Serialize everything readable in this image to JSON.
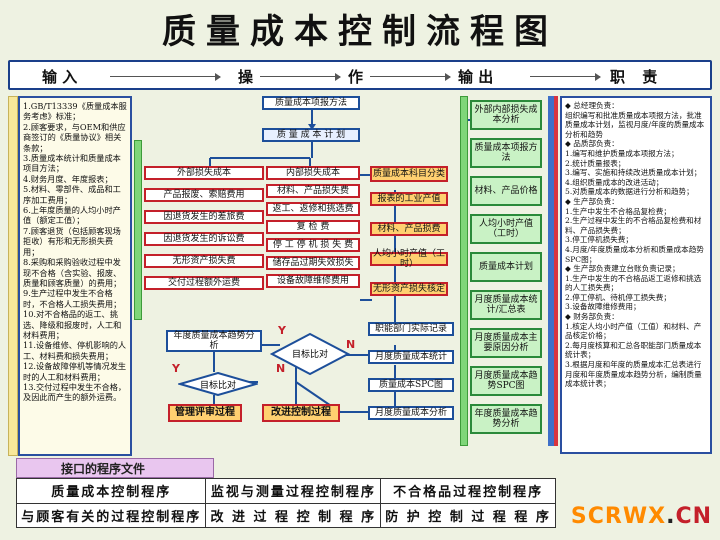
{
  "title": "质量成本控制流程图",
  "header": {
    "input": "输 入",
    "operation_1": "操",
    "operation_2": "作",
    "output": "输 出",
    "duty": "职 责"
  },
  "left_panel": {
    "text": "1.GB/T13339《质量成本服务考虑》标准；\n2.顾客要求，与OEM和供应商签订的《质量协议》相关条款；\n3.质量成本统计和质量成本项目方法；\n4.财务月度、年度报表；\n5.材料、零部件、成品和工序加工费用；\n6.上年度质量的人均小时产值（额定工值）；\n7.顾客退货（包括顾客现场拒收）有形和无形损失费用；\n8.采购和采购验收过程中发现不合格（含实验、报废、质量和顾客质量）的费用；\n9.生产过程中发生不合格时，不合格人工损失费用；\n10.对不合格品的返工、挑选、降级和报废时，人工和材料费用；\n11.设备维修、停机影响的人工、材料费和损失费用；\n12.设备故障停机等情况发生时的人工和材料费用；\n13.交付过程中发生不合格，及因此而产生的额外运费。"
  },
  "flow": {
    "top1": "质量成本项报方法",
    "top2": "质 量 成 本 计 划",
    "left_items": [
      "外部损失成本",
      "产品报废、索赔费用",
      "因退货发生的差旅费",
      "因退货发生的诉讼费",
      "无形资产损失费",
      "交付过程额外运费"
    ],
    "mid_items": [
      "内部损失成本",
      "材料、产品损失费",
      "返工、返修和挑选费",
      "复  检  费",
      "停 工 停 机 损 失 费",
      "储存品过期失效损失",
      "设备故障维修费用"
    ],
    "target": "质量成本科目分类",
    "sub_items": [
      "报表的工业产值",
      "材料、产品损费",
      "人均小时产值（工时）",
      "无形资产损失核定"
    ],
    "dept_record": "职能部门实际记录",
    "monthly_stat": "月度质量成本统计",
    "spc": "质量成本SPC图",
    "monthly_analysis": "月度质量成本分析",
    "trend": "年度质量成本趋势分析",
    "target_compare_1": "目标比对",
    "target_compare_2": "目标比对",
    "mgmt": "管理评审过程",
    "improve": "改进控制过程",
    "yes1": "Y",
    "no1": "N",
    "yes2": "Y",
    "no2": "N"
  },
  "outputs": [
    "外部内部损失成本分析",
    "质量成本项报方法",
    "材料、产品价格",
    "人均小时产值（工时）",
    "质量成本计划",
    "月度质量成本统计/汇总表",
    "月度质量成本主要原因分析",
    "月度质量成本趋势SPC图",
    "年度质量成本趋势分析"
  ],
  "right_panel": {
    "text": "◆ 总经理负责：\n组织编写和批准质量成本项报方法，批准质量成本计划，监视月度/年度的质量成本分析和趋势\n◆ 品质部负责：\n1.编写和维护质量成本项报方法；\n2.统计质量报表；\n3.编写、实施和持续改进质量成本计划；\n4.组织质量成本的改进活动；\n5.对质量成本的数据进行分析和趋势；\n◆ 生产部负责：\n1.生产中发生不合格品复检费；\n2.生产过程中发生的不合格品复检费和材料、产品损失费；\n3.停工停机损失费；\n4.月度/年度质量成本分析和质量成本趋势SPC图；\n◆ 生产部负责建立台账负责记录；\n1.生产中发生的不合格品返工返修和挑选的人工损失费；\n2.停工停机、待机停工损失费；\n3.设备故障维修费用；\n◆ 财务部负责：\n1.核定人均小时产值（工值）和材料、产品核定价格；\n2.每月度核算和汇总各职能部门质量成本统计表；\n3.根据月度和年度的质量成本汇总表进行月度和年度质量成本趋势分析，编制质量成本统计表；"
  },
  "legend": "接口的程序文件",
  "procedures": [
    [
      "质量成本控制程序",
      "监视与测量过程控制程序",
      "不合格品过程控制程序"
    ],
    [
      "与顾客有关的过程控制程序",
      "改 进 过 程 控 制 程 序",
      "防 护 控 制 过 程 程 序"
    ]
  ],
  "logo": {
    "a": "SCRWX",
    "b": ".",
    "c": "CN"
  }
}
